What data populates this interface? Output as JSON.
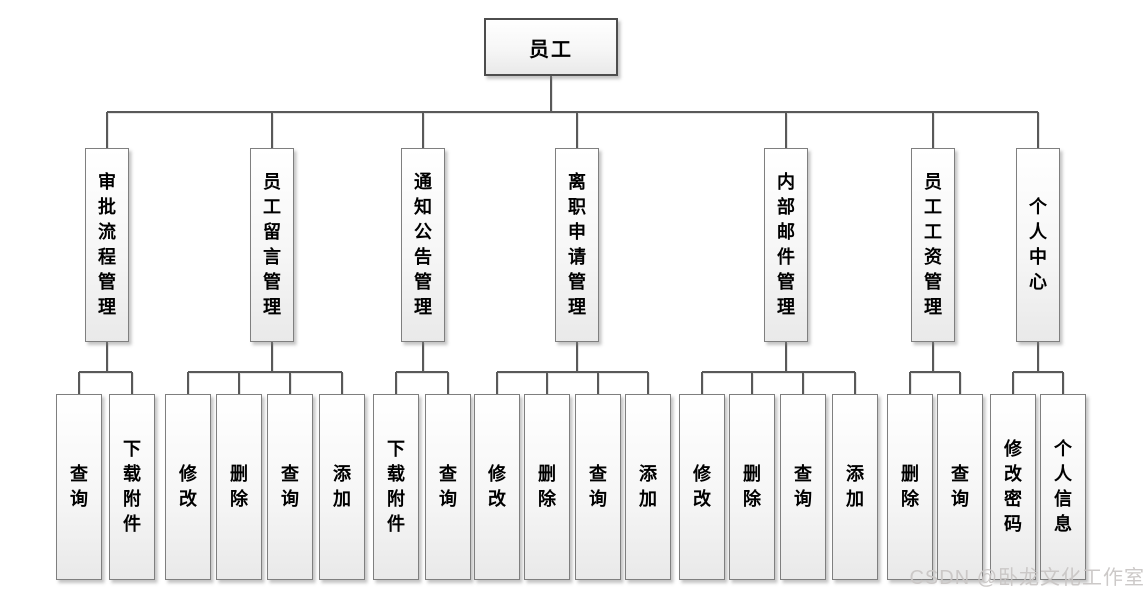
{
  "diagram": {
    "root": {
      "name": "employee",
      "label": "员工"
    },
    "branches": [
      {
        "name": "approval-flow-management",
        "label": "审批流程管理",
        "children": [
          {
            "name": "query",
            "label": "查询"
          },
          {
            "name": "download-attachment",
            "label": "下载附件"
          }
        ]
      },
      {
        "name": "employee-message-management",
        "label": "员工留言管理",
        "children": [
          {
            "name": "modify",
            "label": "修改"
          },
          {
            "name": "delete",
            "label": "删除"
          },
          {
            "name": "query",
            "label": "查询"
          },
          {
            "name": "add",
            "label": "添加"
          }
        ]
      },
      {
        "name": "notice-announcement-management",
        "label": "通知公告管理",
        "children": [
          {
            "name": "download-attachment",
            "label": "下载附件"
          },
          {
            "name": "query",
            "label": "查询"
          }
        ]
      },
      {
        "name": "resignation-application-management",
        "label": "离职申请管理",
        "children": [
          {
            "name": "modify",
            "label": "修改"
          },
          {
            "name": "delete",
            "label": "删除"
          },
          {
            "name": "query",
            "label": "查询"
          },
          {
            "name": "add",
            "label": "添加"
          }
        ]
      },
      {
        "name": "internal-mail-management",
        "label": "内部邮件管理",
        "children": [
          {
            "name": "modify",
            "label": "修改"
          },
          {
            "name": "delete",
            "label": "删除"
          },
          {
            "name": "query",
            "label": "查询"
          },
          {
            "name": "add",
            "label": "添加"
          }
        ]
      },
      {
        "name": "employee-salary-management",
        "label": "员工工资管理",
        "children": [
          {
            "name": "delete",
            "label": "删除"
          },
          {
            "name": "query",
            "label": "查询"
          }
        ]
      },
      {
        "name": "personal-center",
        "label": "个人中心",
        "children": [
          {
            "name": "change-password",
            "label": "修改密码"
          },
          {
            "name": "personal-info",
            "label": "个人信息"
          }
        ]
      }
    ],
    "watermark": "CSDN @卧龙文化工作室",
    "colors": {
      "line": "#595959",
      "box_border": "#7f7f7f",
      "root_border": "#4d4d4d",
      "box_fill_top": "#ffffff",
      "box_fill_bottom": "#e9e9e9",
      "text": "#000000",
      "watermark": "#c9c6c5"
    }
  }
}
